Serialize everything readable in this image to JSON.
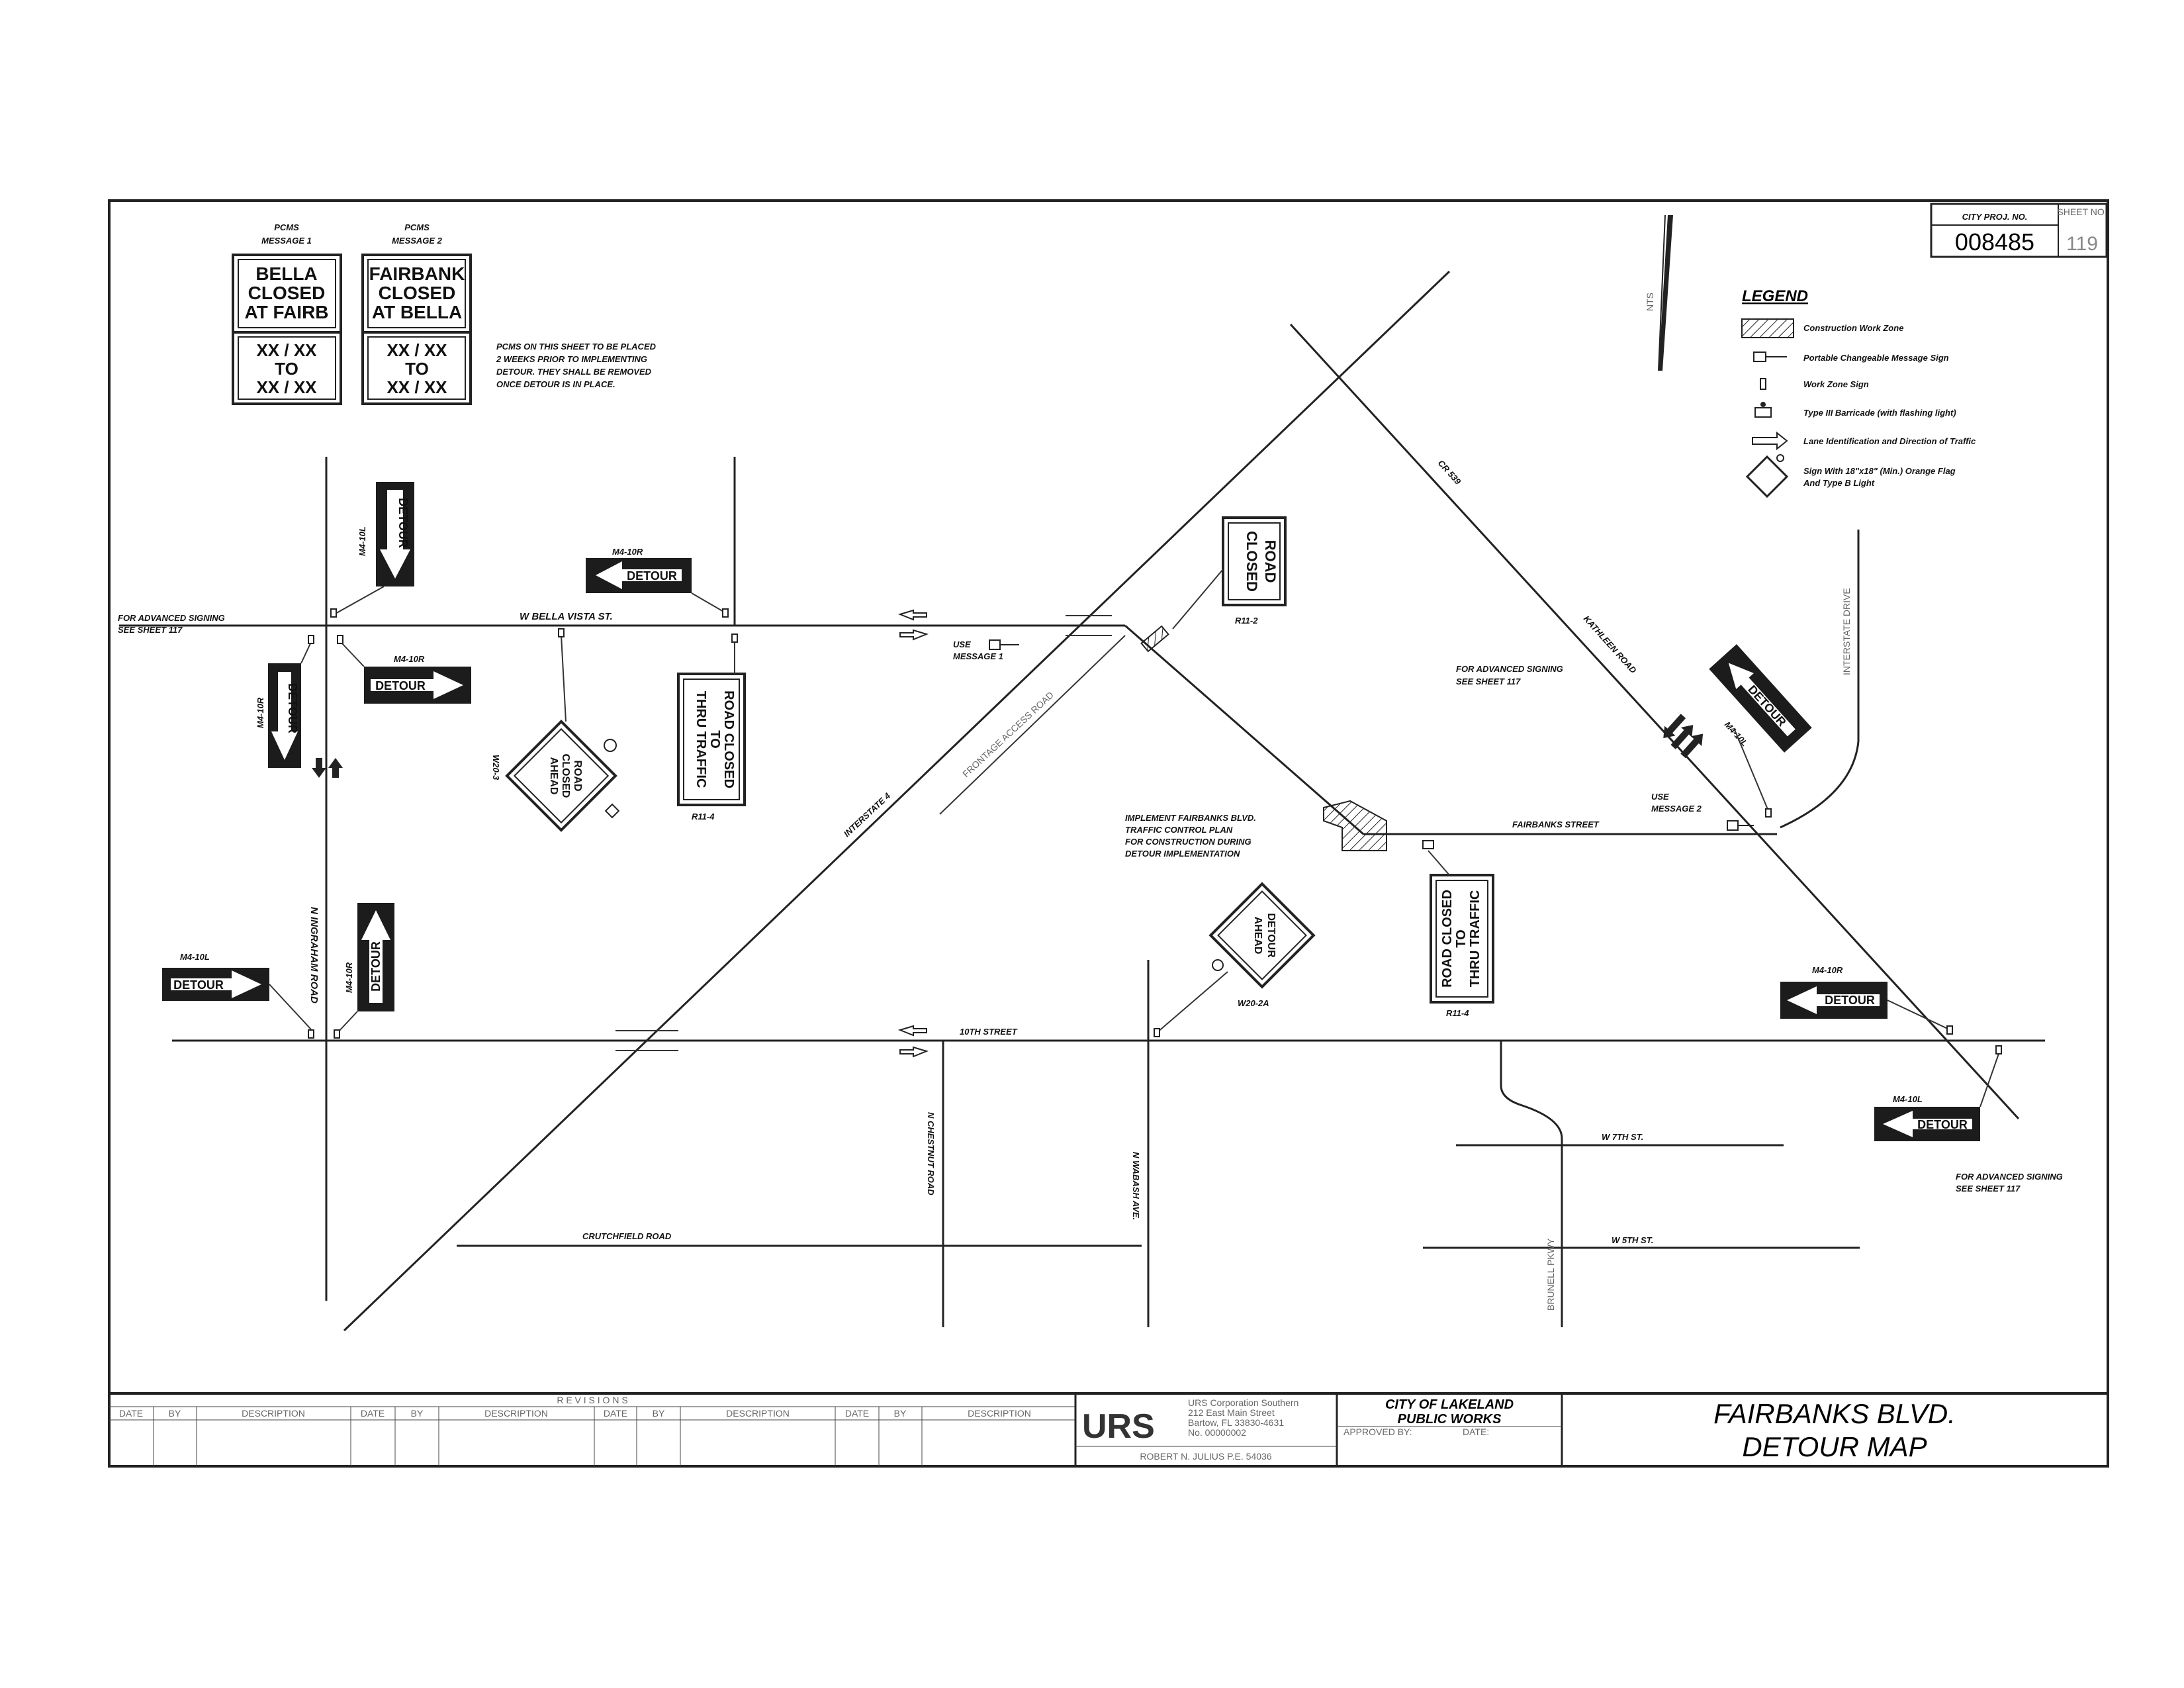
{
  "sheet": {
    "title_line1": "FAIRBANKS BLVD.",
    "title_line2": "DETOUR MAP",
    "proj_label": "CITY PROJ. NO.",
    "proj_no": "008485",
    "sheet_label": "SHEET NO.",
    "sheet_no": "119",
    "north_label": "NTS"
  },
  "pcms": {
    "msg1_title1": "PCMS",
    "msg1_title2": "MESSAGE 1",
    "msg1_top": [
      "BELLA",
      "CLOSED",
      "AT FAIRB"
    ],
    "msg1_bottom": [
      "XX / XX",
      "TO",
      "XX / XX"
    ],
    "msg2_title1": "PCMS",
    "msg2_title2": "MESSAGE 2",
    "msg2_top": [
      "FAIRBANK",
      "CLOSED",
      "AT BELLA"
    ],
    "msg2_bottom": [
      "XX / XX",
      "TO",
      "XX / XX"
    ],
    "note": [
      "PCMS ON THIS SHEET TO BE PLACED",
      "2 WEEKS PRIOR TO IMPLEMENTING",
      "DETOUR.  THEY SHALL BE REMOVED",
      "ONCE DETOUR IS IN PLACE."
    ]
  },
  "legend": {
    "title": "LEGEND",
    "items": [
      {
        "icon": "hatch-box-icon",
        "text": "Construction Work Zone"
      },
      {
        "icon": "pcms-sign-icon",
        "text": "Portable Changeable Message Sign"
      },
      {
        "icon": "work-zone-sign-icon",
        "text": "Work Zone Sign"
      },
      {
        "icon": "barricade-icon",
        "text": "Type III Barricade (with flashing light)"
      },
      {
        "icon": "lane-arrow-icon",
        "text": "Lane Identification and Direction of Traffic"
      },
      {
        "icon": "diamond-sign-flag-icon",
        "text": "Sign With 18\"x18\" (Min.) Orange Flag"
      },
      {
        "icon": "",
        "text": "And Type B Light"
      }
    ]
  },
  "roads": {
    "bella_vista": "W BELLA VISTA ST.",
    "n_ingraham": "N INGRAHAM ROAD",
    "cr_539": "CR 539",
    "kathleen": "KATHLEEN ROAD",
    "frontage": "FRONTAGE ACCESS ROAD",
    "interstate_4": "INTERSTATE 4",
    "fairbanks": "FAIRBANKS STREET",
    "interstate_dr": "INTERSTATE DRIVE",
    "tenth": "10TH STREET",
    "chestnut": "N CHESTNUT ROAD",
    "wabash": "N WABASH AVE.",
    "crutchfield": "CRUTCHFIELD ROAD",
    "w7th": "W 7TH ST.",
    "w5th": "W 5TH ST.",
    "brunell": "BRUNELL PKWY"
  },
  "notes": {
    "adv_left_1": "FOR  ADVANCED  SIGNING",
    "adv_left_2": "SEE  SHEET  117",
    "adv_mid_1": "FOR ADVANCED SIGNING",
    "adv_mid_2": "SEE SHEET 117",
    "adv_right_1": "FOR ADVANCED SIGNING",
    "adv_right_2": "SEE SHEET 117",
    "use_msg1_1": "USE",
    "use_msg1_2": "MESSAGE 1",
    "use_msg2_1": "USE",
    "use_msg2_2": "MESSAGE 2",
    "implement": [
      "IMPLEMENT FAIRBANKS BLVD.",
      "TRAFFIC CONTROL PLAN",
      "FOR CONSTRUCTION DURING",
      "DETOUR IMPLEMENTATION"
    ]
  },
  "signs": {
    "detour": "DETOUR",
    "m4_10l": "M4-10L",
    "m4_10r": "M4-10R",
    "road_closed_1": "ROAD",
    "road_closed_2": "CLOSED",
    "r11_2": "R11-2",
    "rc_thru": [
      "ROAD CLOSED",
      "TO",
      "THRU TRAFFIC"
    ],
    "r11_4": "R11-4",
    "rca": [
      "ROAD",
      "CLOSED",
      "AHEAD"
    ],
    "w20_3": "W20-3",
    "detour_ahead": [
      "DETOUR",
      "AHEAD"
    ],
    "w20_2a": "W20-2A"
  },
  "titleblock": {
    "revisions": "R E V I S I O N S",
    "cols": [
      "DATE",
      "BY",
      "DESCRIPTION",
      "DATE",
      "BY",
      "DESCRIPTION",
      "DATE",
      "BY",
      "DESCRIPTION",
      "DATE",
      "BY",
      "DESCRIPTION"
    ],
    "logo": "URS",
    "company": [
      "URS Corporation Southern",
      "212 East Main Street",
      "Bartow, FL 33830-4631",
      "No. 00000002"
    ],
    "engineer": "ROBERT N. JULIUS P.E. 54036",
    "city1": "CITY OF LAKELAND",
    "city2": "PUBLIC WORKS",
    "approved": "APPROVED BY:",
    "date": "DATE:"
  }
}
